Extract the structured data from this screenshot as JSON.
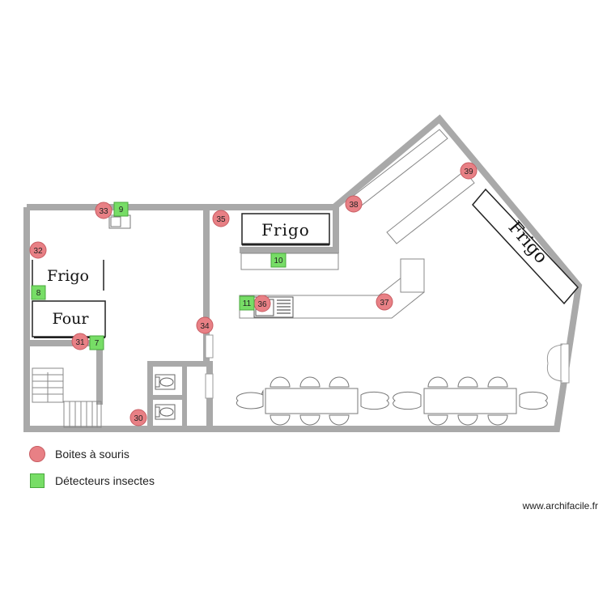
{
  "plan": {
    "labels": {
      "fridge_left": "Frigo",
      "fridge_top": "Frigo",
      "fridge_diag": "Frigo",
      "oven": "Four"
    },
    "mouse_boxes": [
      "30",
      "31",
      "32",
      "33",
      "34",
      "35",
      "36",
      "37",
      "38",
      "39"
    ],
    "insect_detectors": [
      "7",
      "8",
      "9",
      "10",
      "11"
    ]
  },
  "legend": {
    "mouse_label": "Boites à souris",
    "insect_label": "Détecteurs insectes"
  },
  "credit": "www.archifacile.fr",
  "colors": {
    "wall": "#a9a9a9",
    "mouse_marker": "#e88085",
    "insect_marker": "#77dd66"
  }
}
